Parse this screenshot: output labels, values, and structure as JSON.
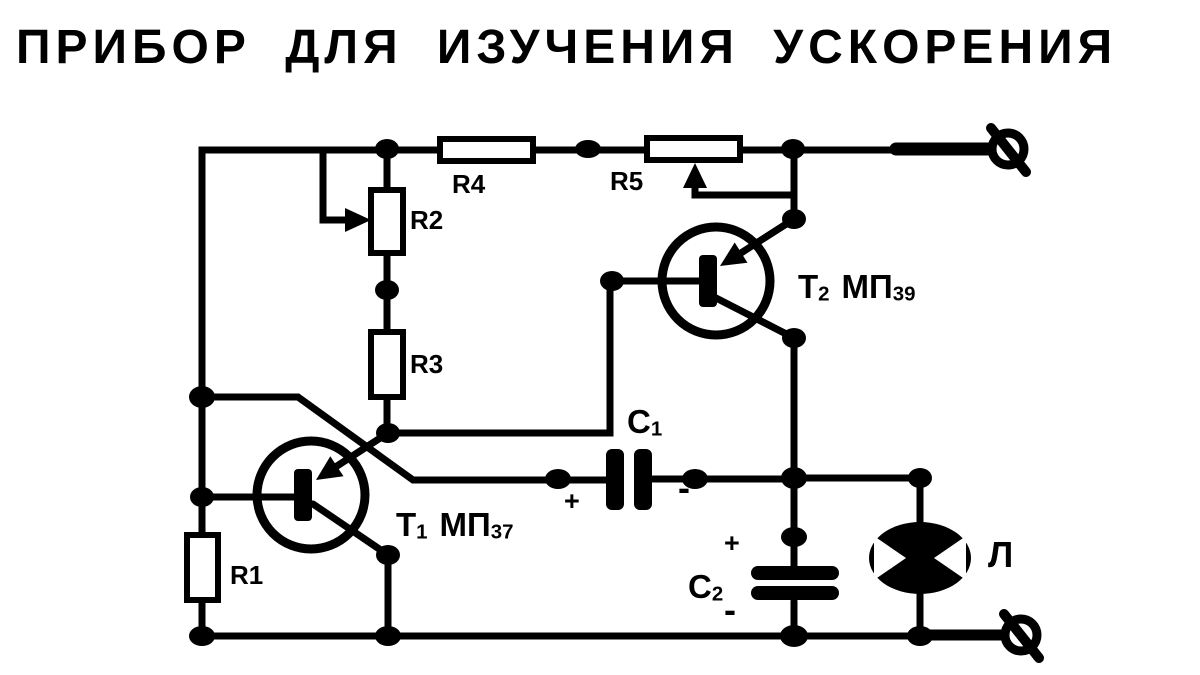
{
  "title": "ПРИБОР ДЛЯ ИЗУЧЕНИЯ УСКОРЕНИЯ",
  "colors": {
    "ink": "#000000",
    "paper": "#ffffff"
  },
  "symbols": {
    "terminal": "circle-with-slash",
    "lamp": "filled-circle-with-white-bowtie",
    "transistor": "circle-with-base-bar-pnp-arrow",
    "junction": "solid-dot"
  },
  "resistors": {
    "r1": {
      "label": "R1"
    },
    "r2": {
      "label": "R2"
    },
    "r3": {
      "label": "R3"
    },
    "r4": {
      "label": "R4"
    },
    "r5": {
      "label": "R5"
    }
  },
  "transistors": {
    "t1": {
      "designator": "Т",
      "designator_sub": "1",
      "model": "МП",
      "model_sub": "37"
    },
    "t2": {
      "designator": "Т",
      "designator_sub": "2",
      "model": "МП",
      "model_sub": "39"
    }
  },
  "capacitors": {
    "c1": {
      "label": "С",
      "sub": "1",
      "plus": "+",
      "minus": "-"
    },
    "c2": {
      "label": "С",
      "sub": "2",
      "plus": "+",
      "minus": "-"
    }
  },
  "lamp": {
    "label": "Л"
  }
}
